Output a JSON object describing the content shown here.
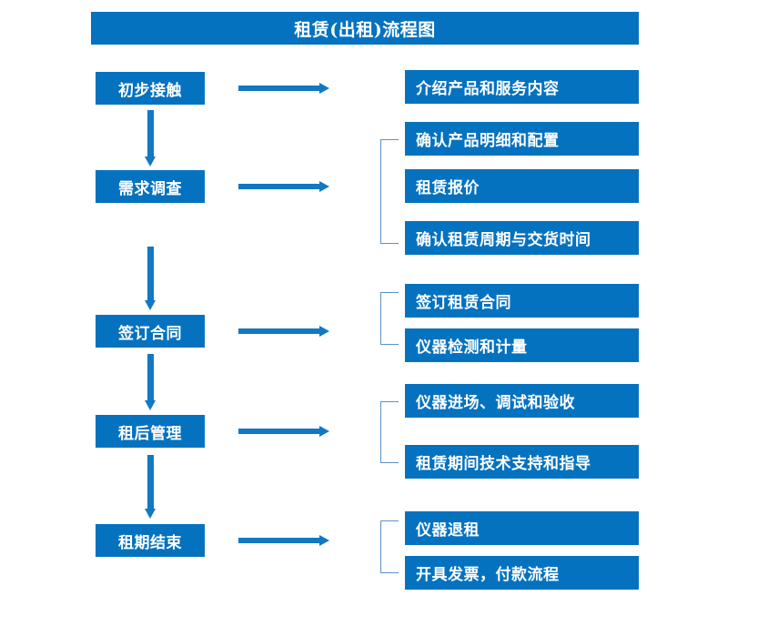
{
  "diagram": {
    "title": "租赁(出租)流程图",
    "colors": {
      "box_fill": "#0572c0",
      "box_text": "#ffffff",
      "arrow": "#1278c2",
      "bracket": "#5b92c8",
      "background": "#ffffff"
    },
    "stages": [
      {
        "label": "初步接触"
      },
      {
        "label": "需求调查"
      },
      {
        "label": "签订合同"
      },
      {
        "label": "租后管理"
      },
      {
        "label": "租期结束"
      }
    ],
    "details": [
      {
        "label": "介绍产品和服务内容"
      },
      {
        "label": "确认产品明细和配置"
      },
      {
        "label": "租赁报价"
      },
      {
        "label": "确认租赁周期与交货时间"
      },
      {
        "label": "签订租赁合同"
      },
      {
        "label": "仪器检测和计量"
      },
      {
        "label": "仪器进场、调试和验收"
      },
      {
        "label": "租赁期间技术支持和指导"
      },
      {
        "label": "仪器退租"
      },
      {
        "label": "开具发票，付款流程"
      }
    ]
  }
}
